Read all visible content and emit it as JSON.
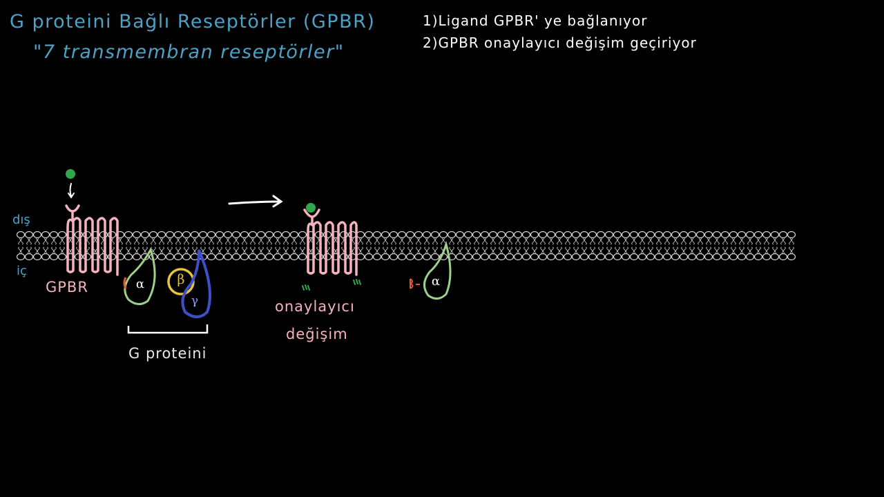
{
  "title": {
    "line1": "G proteini Bağlı Reseptörler (GPBR)",
    "line2": "\"7 transmembran reseptörler\""
  },
  "steps": [
    "1)Ligand GPBR' ye bağlanıyor",
    "2)GPBR onaylayıcı değişim geçiriyor"
  ],
  "labels": {
    "outside": "dış",
    "inside": "iç",
    "receptor": "GPBR",
    "g_protein": "G proteini",
    "conformational_change_1": "onaylayıcı",
    "conformational_change_2": "değişim"
  },
  "subunits": {
    "alpha": "α",
    "beta": "β",
    "gamma": "γ"
  },
  "colors": {
    "background": "#000000",
    "title": "#4aa3c7",
    "receptor": "#f4b3bd",
    "ligand": "#2fa84a",
    "alpha": "#9fd08a",
    "beta": "#e8c340",
    "gamma": "#3e4fc8",
    "gdp": "#e05a3a",
    "membrane": "#d9d9d9"
  }
}
